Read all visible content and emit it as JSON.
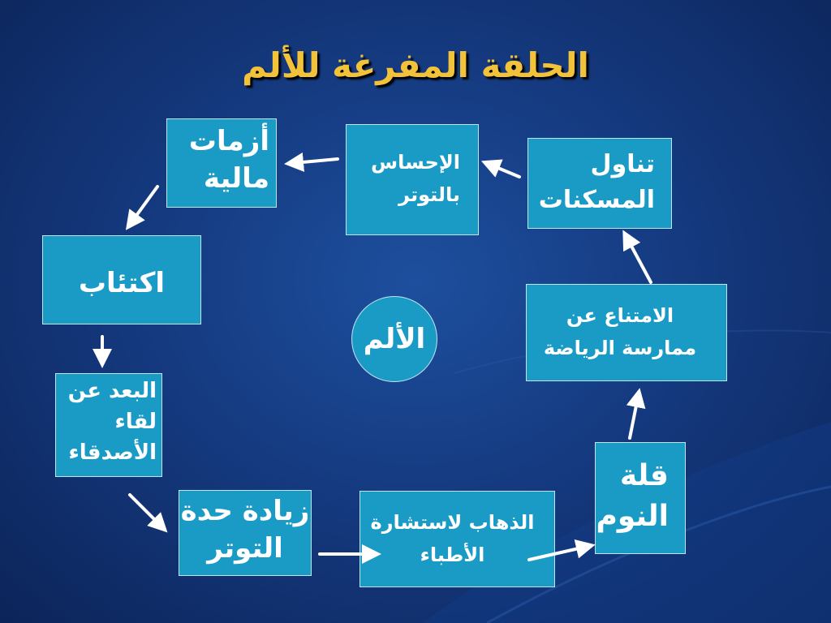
{
  "title": "الحلقة المفرغة للألم",
  "center": "الألم",
  "boxes": {
    "medication": "تناول\nالمسكنات",
    "tension_feeling": "الإحساس\nبالتوتر",
    "financial_crisis": "أزمات\nمالية",
    "depression": "اكتئاب",
    "avoid_friends": "البعد عن\nلقاء\nالأصدقاء",
    "increased_tension": "زيادة حدة\nالتوتر",
    "doctor_visits": "الذهاب لاستشارة\nالأطباء",
    "little_sleep": "قلة\nالنوم",
    "no_exercise": "الامتناع عن\nممارسة الرياضة"
  },
  "colors": {
    "box_fill": "#1a9bc6",
    "title": "#f2c23a",
    "arrow": "#ffffff"
  }
}
